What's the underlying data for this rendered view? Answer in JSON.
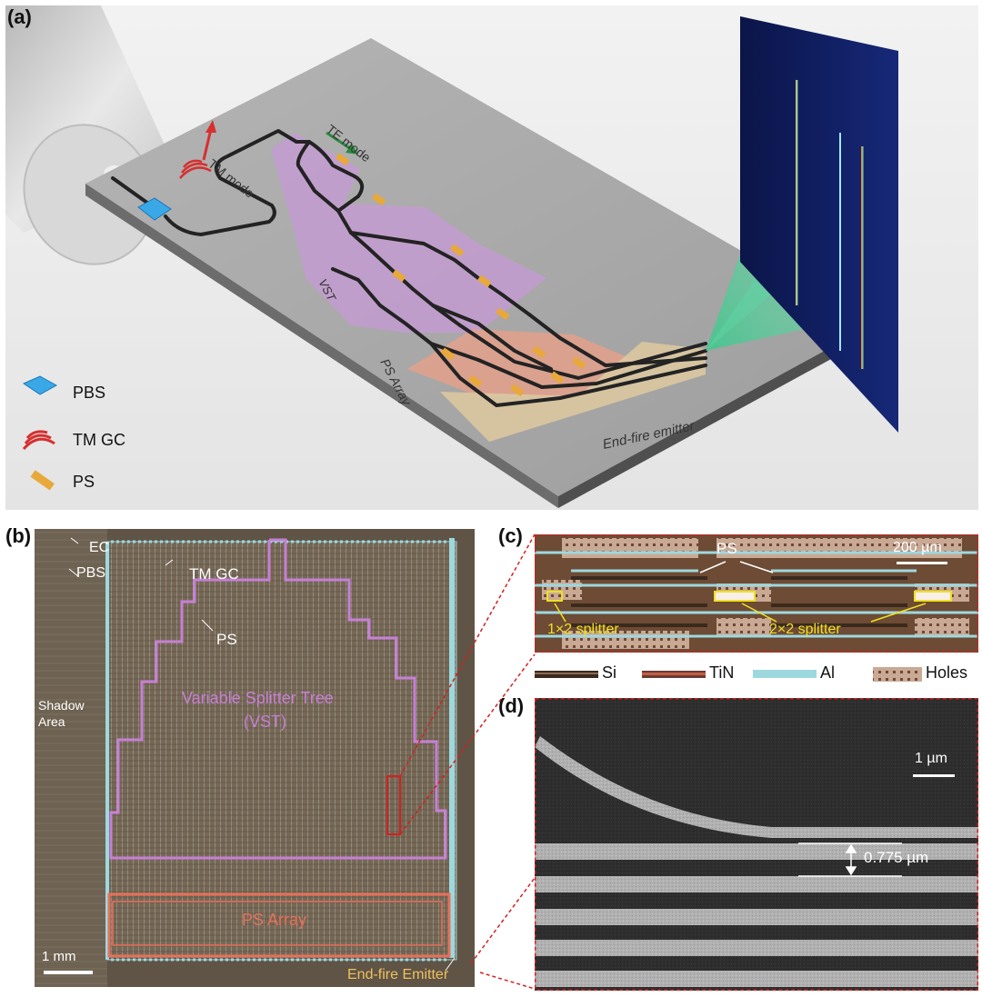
{
  "panels": {
    "a": "(a)",
    "b": "(b)",
    "c": "(c)",
    "d": "(d)"
  },
  "panel_a": {
    "te_mode": "TE mode",
    "tm_mode": "TM mode",
    "vst": "VST",
    "ps_array": "PS Array",
    "end_fire": "End-fire emitter",
    "legend": [
      "PBS",
      "TM GC",
      "PS"
    ]
  },
  "panel_b": {
    "ec": "EC",
    "pbs": "PBS",
    "tm_gc": "TM GC",
    "ps": "PS",
    "vst_line1": "Variable Splitter Tree",
    "vst_line2": "(VST)",
    "shadow1": "Shadow",
    "shadow2": "Area",
    "ps_array": "PS Array",
    "scale": "1 mm",
    "end_fire": "End-fire Emitter"
  },
  "panel_c": {
    "ps": "PS",
    "scale": "200 µm",
    "splitter_1x2": "1×2 splitter",
    "splitter_2x2": "2×2 splitter",
    "legend": [
      "Si",
      "TiN",
      "Al",
      "Holes"
    ]
  },
  "panel_d": {
    "scale": "1 µm",
    "pitch": "0.775 µm"
  },
  "colors": {
    "pbs": "#3aa8e6",
    "tm_gc": "#d63030",
    "ps": "#e8a93a",
    "vst_region": "#c79ad6",
    "ps_region": "#e7a08a",
    "vst_outline": "#c77fd6",
    "ps_outline": "#e8705a",
    "al": "#9ed8df",
    "dashed_red": "#d42020"
  }
}
